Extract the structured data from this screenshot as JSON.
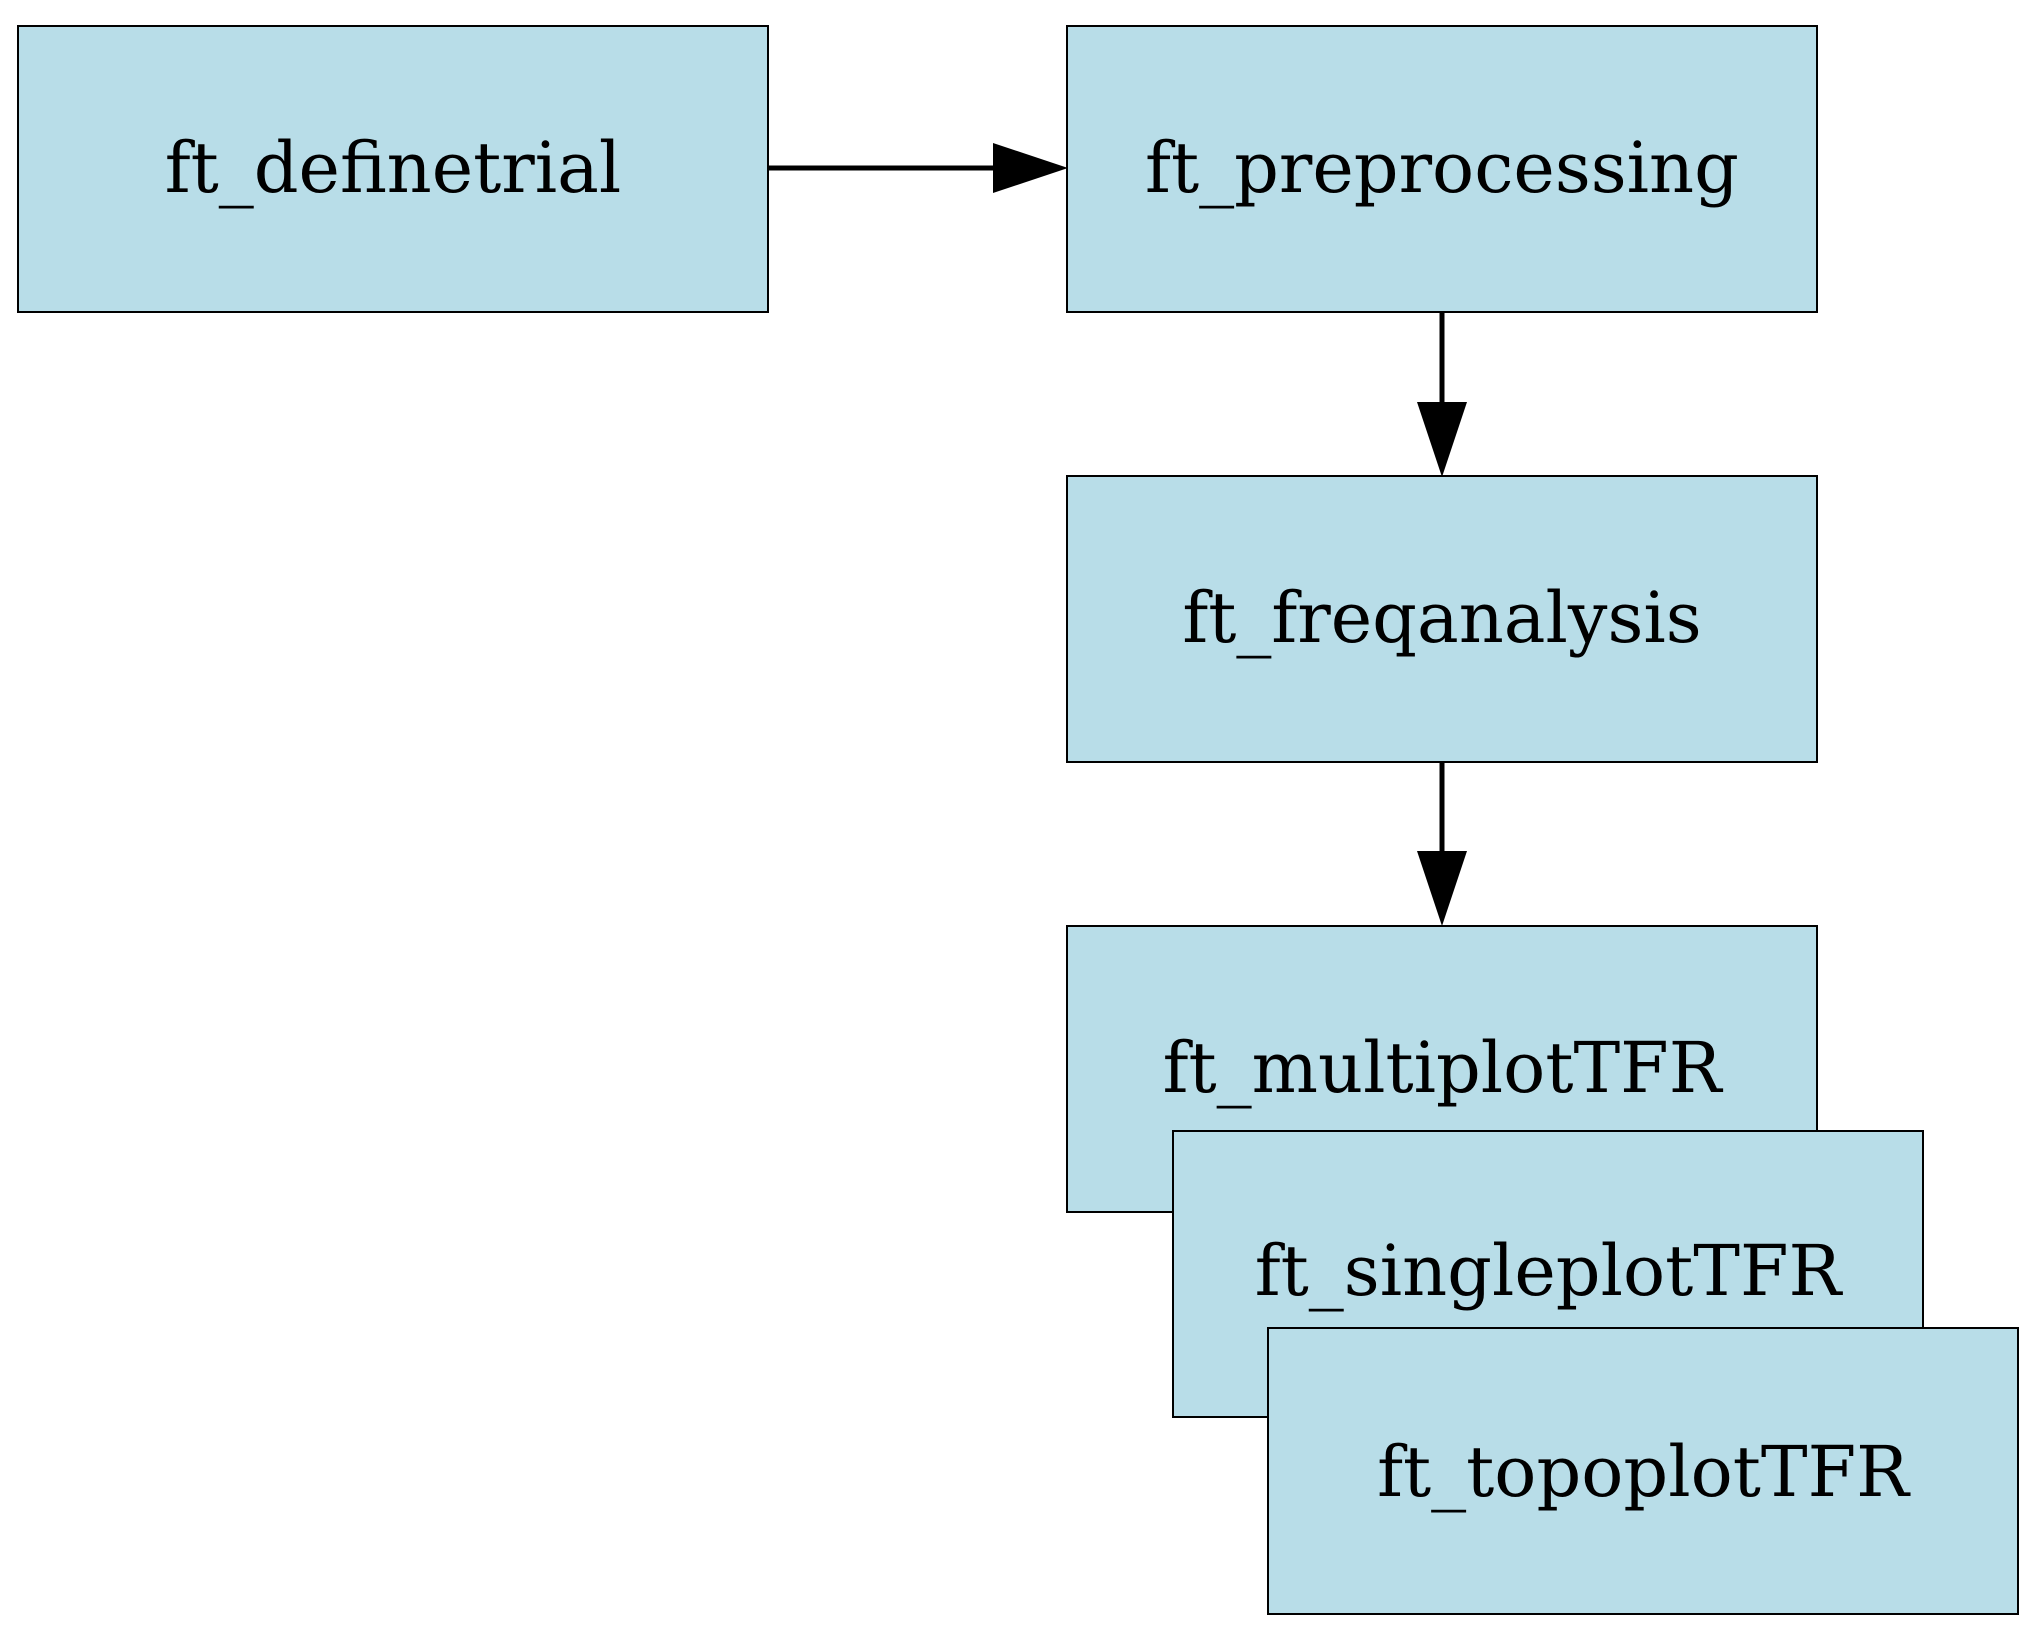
{
  "diagram": {
    "node_fill": "#b8dde8",
    "line_color": "#000000",
    "nodes": [
      {
        "id": "definetrial",
        "label": "ft_definetrial"
      },
      {
        "id": "preprocessing",
        "label": "ft_preprocessing"
      },
      {
        "id": "freqanalysis",
        "label": "ft_freqanalysis"
      },
      {
        "id": "multiplot",
        "label": "ft_multiplotTFR"
      },
      {
        "id": "singleplot",
        "label": "ft_singleplotTFR"
      },
      {
        "id": "topoplot",
        "label": "ft_topoplotTFR"
      }
    ],
    "edges": [
      {
        "from": "definetrial",
        "to": "preprocessing"
      },
      {
        "from": "preprocessing",
        "to": "freqanalysis"
      },
      {
        "from": "freqanalysis",
        "to": "multiplot"
      }
    ]
  }
}
